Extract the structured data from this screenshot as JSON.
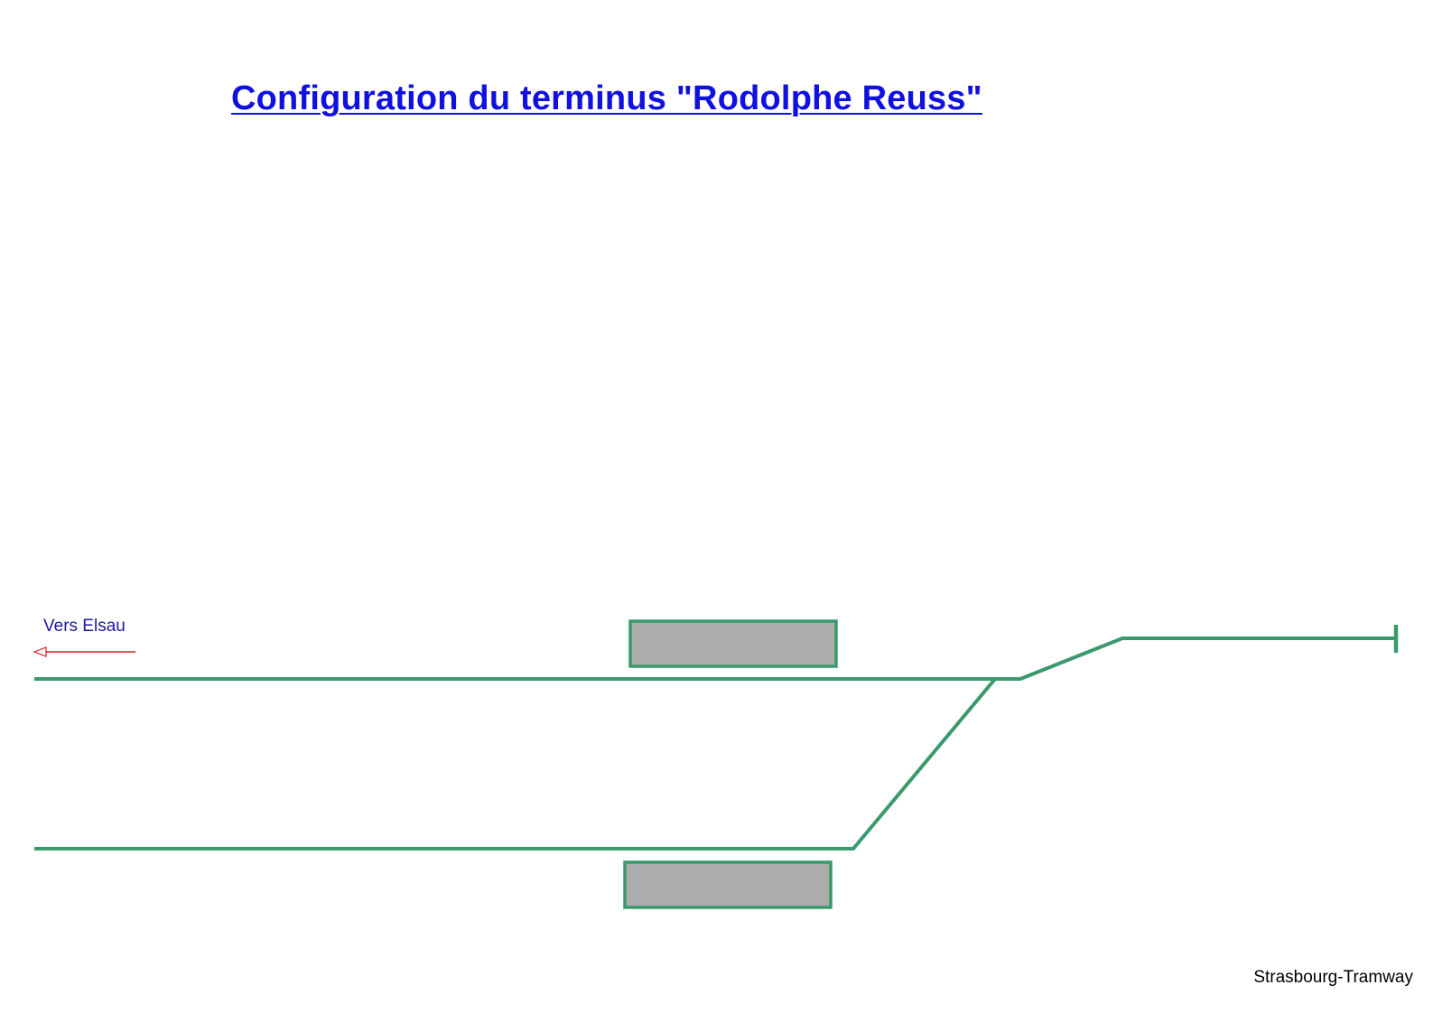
{
  "title": "Configuration du terminus \"Rodolphe Reuss\"",
  "direction_label": "Vers Elsau",
  "footer_credit": "Strasbourg-Tramway",
  "colors": {
    "title": "#1010e0",
    "direction_label": "#1a1aa0",
    "direction_arrow": "#d42020",
    "track": "#3a9a6c",
    "platform_fill": "#acacac",
    "platform_border": "#3a9a6c",
    "background": "#ffffff"
  }
}
